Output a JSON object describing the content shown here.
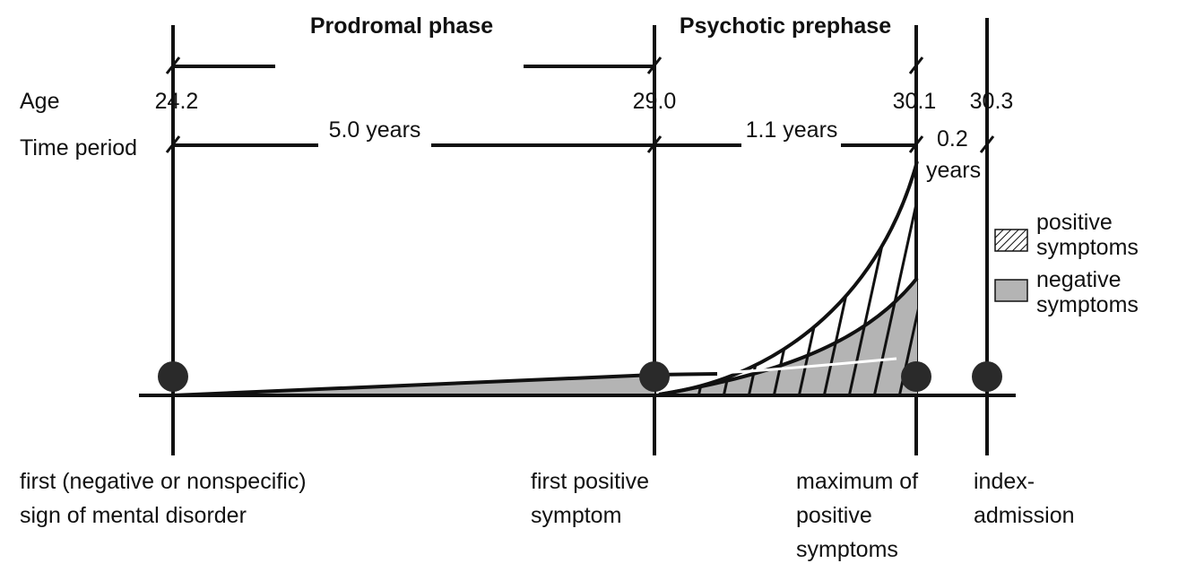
{
  "phases": {
    "prodromal": "Prodromal phase",
    "psychotic_prephase": "Psychotic prephase"
  },
  "row_labels": {
    "age": "Age",
    "time_period": "Time period"
  },
  "ages": [
    "24.2",
    "29.0",
    "30.1",
    "30.3"
  ],
  "durations": {
    "prodromal": "5.0 years",
    "prephase": "1.1 years",
    "final_value": "0.2",
    "final_unit": "years"
  },
  "legend": {
    "positive_1": "positive",
    "positive_2": "symptoms",
    "negative_1": "negative",
    "negative_2": "symptoms"
  },
  "events": {
    "first_sign_1": "first (negative or nonspecific)",
    "first_sign_2": "sign of mental disorder",
    "first_positive_1": "first positive",
    "first_positive_2": "symptom",
    "maximum_1": "maximum of",
    "maximum_2": "positive",
    "maximum_3": "symptoms",
    "index_1": "index-",
    "index_2": "admission"
  },
  "colors": {
    "ink": "#111111",
    "negative_fill": "#b4b4b4",
    "dot": "#2a2a2a"
  }
}
